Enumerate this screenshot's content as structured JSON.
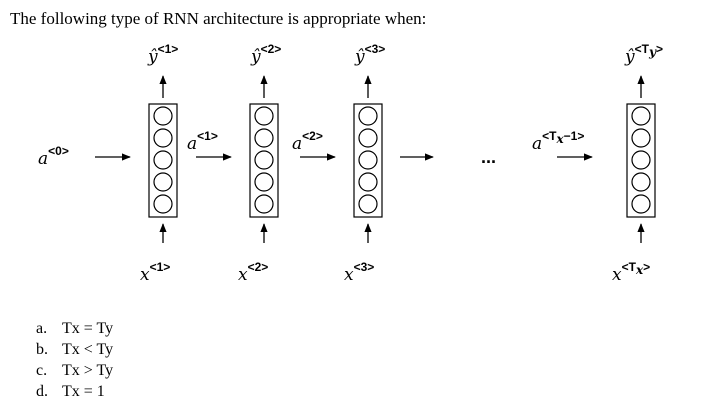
{
  "question": "The following type of RNN architecture is appropriate when:",
  "diagram": {
    "a0": {
      "base": "a",
      "sup": "<0>"
    },
    "outputs": [
      {
        "base": "ŷ",
        "sup": "<1>"
      },
      {
        "base": "ŷ",
        "sup": "<2>"
      },
      {
        "base": "ŷ",
        "sup": "<3>"
      },
      {
        "base": "ŷ",
        "sup_open": "<T",
        "sup_sub": "y",
        "sup_close": ">"
      }
    ],
    "inputs": [
      {
        "base": "x",
        "sup": "<1>"
      },
      {
        "base": "x",
        "sup": "<2>"
      },
      {
        "base": "x",
        "sup": "<3>"
      },
      {
        "base": "x",
        "sup_open": "<T",
        "sup_sub": "x",
        "sup_close": ">"
      }
    ],
    "activations": [
      {
        "base": "a",
        "sup": "<1>"
      },
      {
        "base": "a",
        "sup": "<2>"
      },
      {
        "base": "a",
        "sup_open": "<T",
        "sup_sub": "x",
        "sup_close": "−1>"
      }
    ],
    "ellipsis": "..."
  },
  "options": [
    {
      "letter": "a.",
      "text": "Tx = Ty"
    },
    {
      "letter": "b.",
      "text": "Tx < Ty"
    },
    {
      "letter": "c.",
      "text": "Tx > Ty"
    },
    {
      "letter": "d.",
      "text": "Tx = 1"
    }
  ]
}
